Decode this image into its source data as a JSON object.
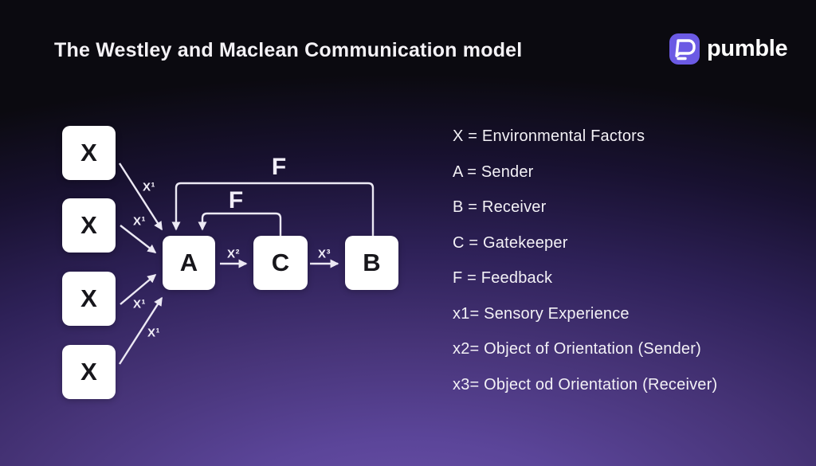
{
  "title": "The Westley and Maclean Communication model",
  "brand": {
    "name": "pumble",
    "icon": "speech-bubble-icon",
    "accent_color": "#6b5ae4"
  },
  "colors": {
    "background_top": "#0b0a10",
    "background_bottom_purple": "#6a50a8",
    "node_fill": "#ffffff",
    "node_text": "#17161b",
    "line": "#ece9f4",
    "text": "#f3f1f6"
  },
  "diagram": {
    "environment_nodes": [
      {
        "label": "X"
      },
      {
        "label": "X"
      },
      {
        "label": "X"
      },
      {
        "label": "X"
      }
    ],
    "sender": {
      "label": "A"
    },
    "gatekeeper": {
      "label": "C"
    },
    "receiver": {
      "label": "B"
    },
    "labels": {
      "x1": "X¹",
      "x2": "X²",
      "x3": "X³",
      "feedback_outer": "F",
      "feedback_inner": "F"
    }
  },
  "legend": {
    "items": [
      "X = Environmental Factors",
      "A = Sender",
      "B = Receiver",
      "C = Gatekeeper",
      "F = Feedback",
      "x1= Sensory Experience",
      "x2= Object of Orientation (Sender)",
      "x3= Object od Orientation (Receiver)"
    ]
  }
}
